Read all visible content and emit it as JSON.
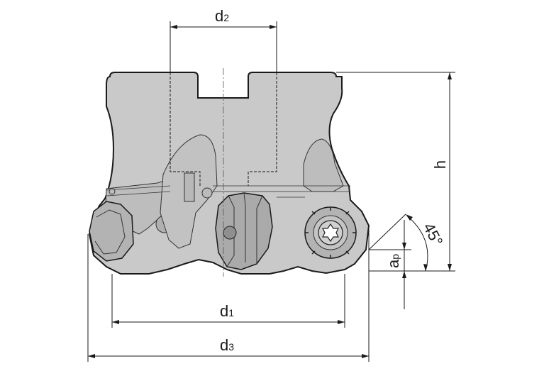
{
  "labels": {
    "d2": {
      "main": "d",
      "sub": "2"
    },
    "d1": {
      "main": "d",
      "sub": "1"
    },
    "d3": {
      "main": "d",
      "sub": "3"
    },
    "h": "h",
    "ap": {
      "main": "a",
      "sub": "p"
    },
    "angle": "45°"
  },
  "colors": {
    "body": "#c9c9c9",
    "insert": "#b3b3b3",
    "line": "#1a1a1a"
  }
}
